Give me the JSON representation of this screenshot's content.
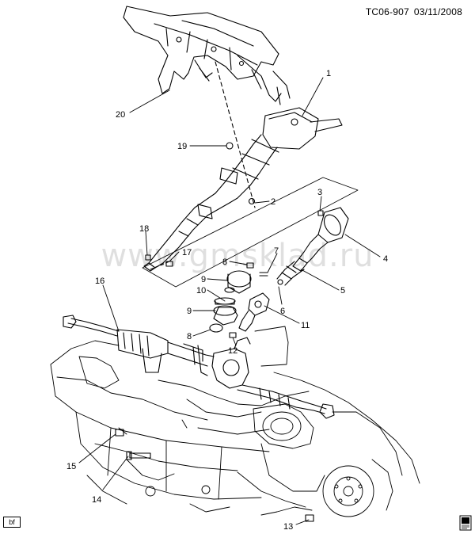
{
  "header": {
    "code": "TC06-907",
    "date": "03/11/2008"
  },
  "watermark": "www.gmsklad.ru",
  "corner_tag": "bf",
  "callouts": [
    "1",
    "2",
    "3",
    "4",
    "5",
    "6",
    "7",
    "8",
    "9",
    "10",
    "11",
    "12",
    "13",
    "14",
    "15",
    "16",
    "17",
    "18",
    "19",
    "20",
    "8",
    "9"
  ],
  "icons": [
    "book-manual-icon"
  ]
}
